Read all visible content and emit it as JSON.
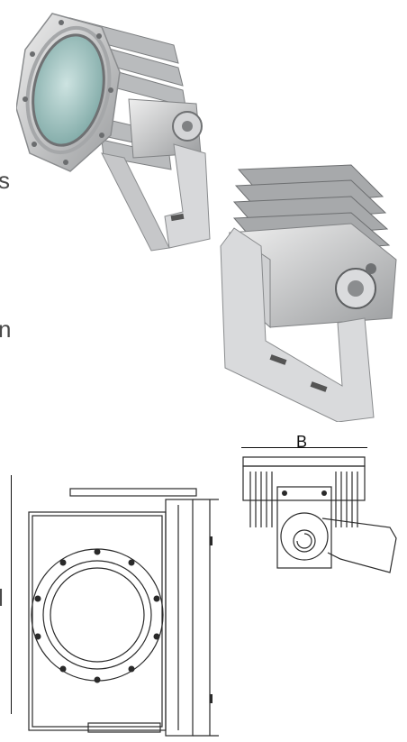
{
  "margin_text": {
    "upper": "s",
    "middle": "n",
    "lower": "l"
  },
  "dimension": {
    "b_label": "B"
  },
  "colors": {
    "line": "#2a2a2a",
    "metal": "#c9cacc",
    "metal_dark": "#8e9093",
    "lens": "#8fb9b7",
    "background": "#ffffff"
  }
}
